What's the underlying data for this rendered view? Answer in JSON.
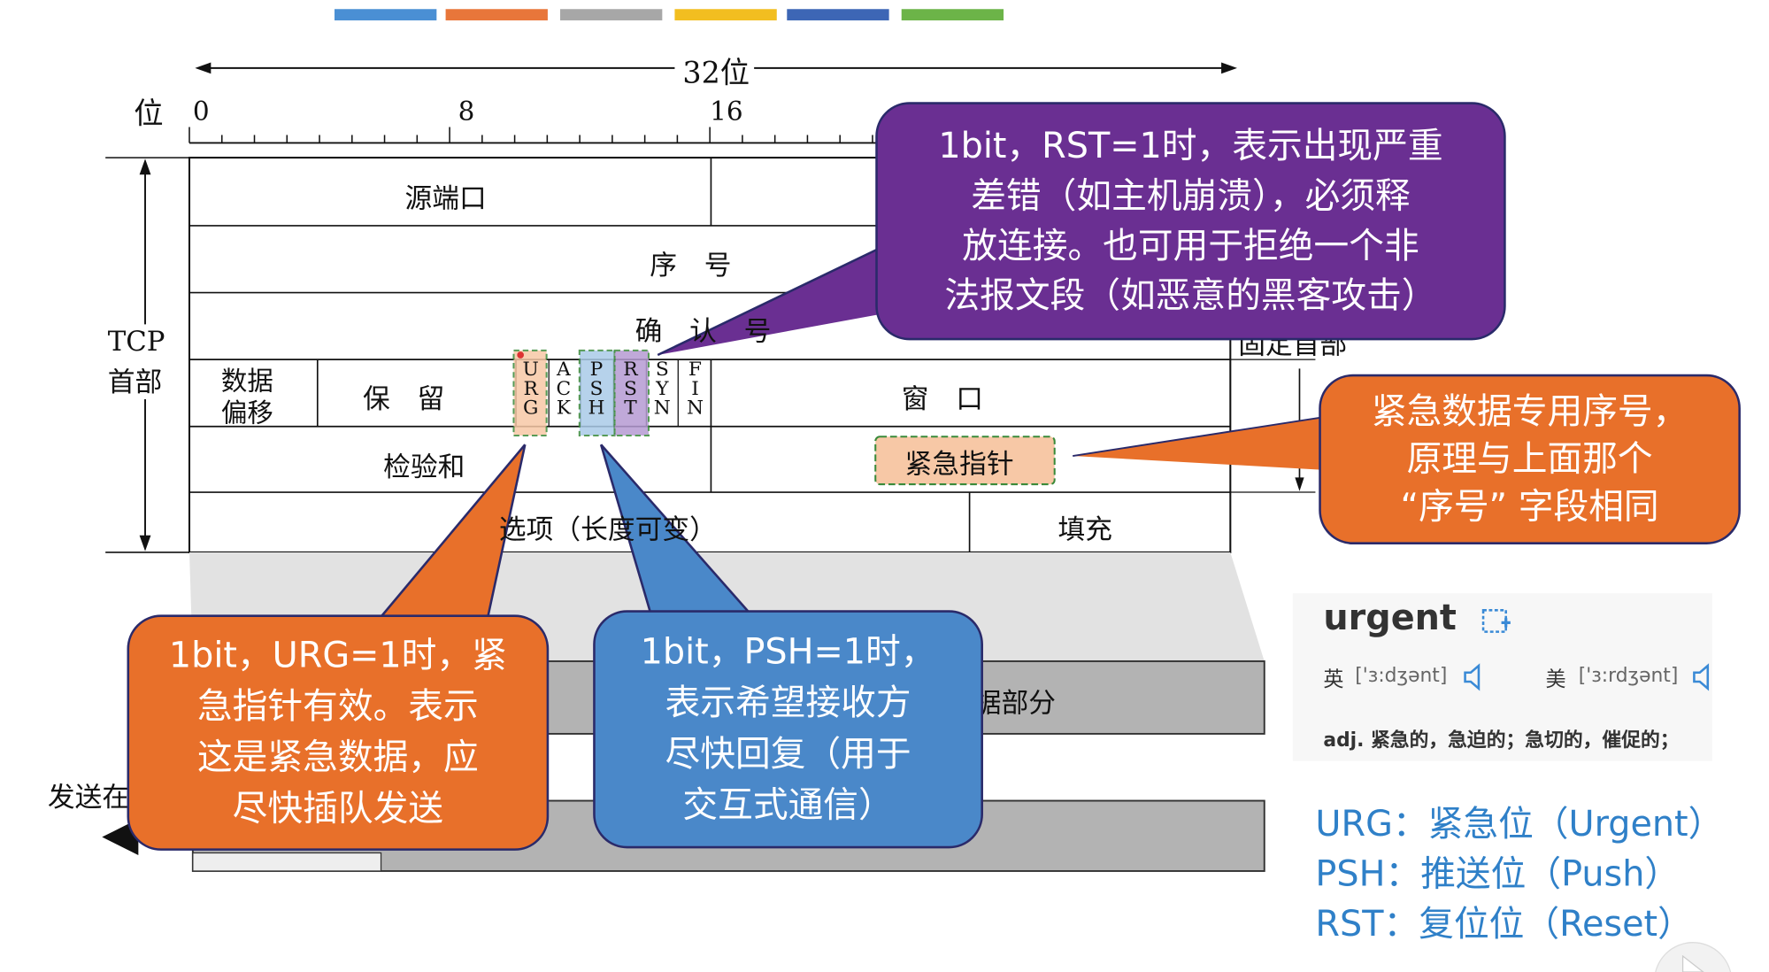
{
  "color_bar": [
    "#4a8fd4",
    "#e8763a",
    "#a7a7a7",
    "#f2be20",
    "#3d66b5",
    "#6cb448"
  ],
  "ruler": {
    "bits_label": "位",
    "width_label": "32位",
    "ticks": [
      "0",
      "8",
      "16"
    ]
  },
  "header": {
    "tcp_label": "TCP",
    "header_label": "首部",
    "fixed_part_label": "固定首部"
  },
  "fields": {
    "src_port": "源端口",
    "seq": "序　号",
    "ack": "确　认　号",
    "data_offset_1": "数据",
    "data_offset_2": "偏移",
    "reserved": "保　留",
    "window": "窗　口",
    "checksum": "检验和",
    "urgent_ptr": "紧急指针",
    "options": "选项（长度可变）",
    "padding": "填充"
  },
  "flags": [
    {
      "name": "URG",
      "letters": [
        "U",
        "R",
        "G"
      ]
    },
    {
      "name": "ACK",
      "letters": [
        "A",
        "C",
        "K"
      ]
    },
    {
      "name": "PSH",
      "letters": [
        "P",
        "S",
        "H"
      ]
    },
    {
      "name": "RST",
      "letters": [
        "R",
        "S",
        "T"
      ]
    },
    {
      "name": "SYN",
      "letters": [
        "S",
        "Y",
        "N"
      ]
    },
    {
      "name": "FIN",
      "letters": [
        "F",
        "I",
        "N"
      ]
    }
  ],
  "segment": {
    "data_part": "数据部分",
    "send_label": "发送在"
  },
  "callouts": {
    "rst": "1bit，RST=1时，表示出现严重\n差错（如主机崩溃），必须释\n放连接。也可用于拒绝一个非\n法报文段（如恶意的黑客攻击）",
    "urgent_ptr": "紧急数据专用序号，\n原理与上面那个\n“序号” 字段相同",
    "urg": "1bit，URG=1时，紧\n急指针有效。表示\n这是紧急数据，应\n尽快插队发送",
    "psh": "1bit，PSH=1时，\n表示希望接收方\n尽快回复（用于\n交互式通信）"
  },
  "dictionary": {
    "word": "urgent",
    "uk_label": "英",
    "uk_ipa": "['ɜ:dʒənt]",
    "us_label": "美",
    "us_ipa": "['ɜ:rdʒənt]",
    "definition": "adj. 紧急的，急迫的；急切的，催促的；"
  },
  "legend": [
    {
      "abbr": "URG：",
      "meaning": "紧急位（Urgent）"
    },
    {
      "abbr": "PSH：",
      "meaning": "推送位（Push）"
    },
    {
      "abbr": "RST：",
      "meaning": "复位位（Reset）"
    }
  ],
  "colors": {
    "purple": "#6a2f92",
    "orange": "#e8702a",
    "blue": "#4a88c9",
    "legend_blue": "#2f80c8"
  }
}
